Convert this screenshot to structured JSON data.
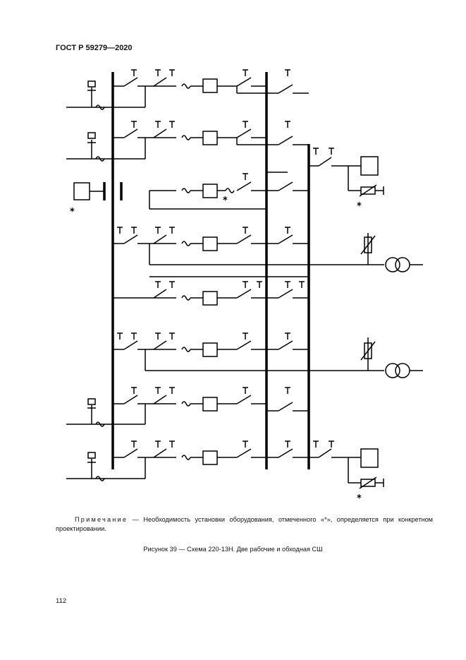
{
  "header": {
    "doc_code": "ГОСТ Р 59279—2020"
  },
  "diagram": {
    "asterisk": "*"
  },
  "note": {
    "prefix": "Примечание",
    "text": " — Необходимость установки оборудования, отмеченного «*», определяется при конкретном проектировании."
  },
  "caption": "Рисунок 39 — Схема 220-13Н. Две рабочие и обходная СШ",
  "page_number": "112"
}
